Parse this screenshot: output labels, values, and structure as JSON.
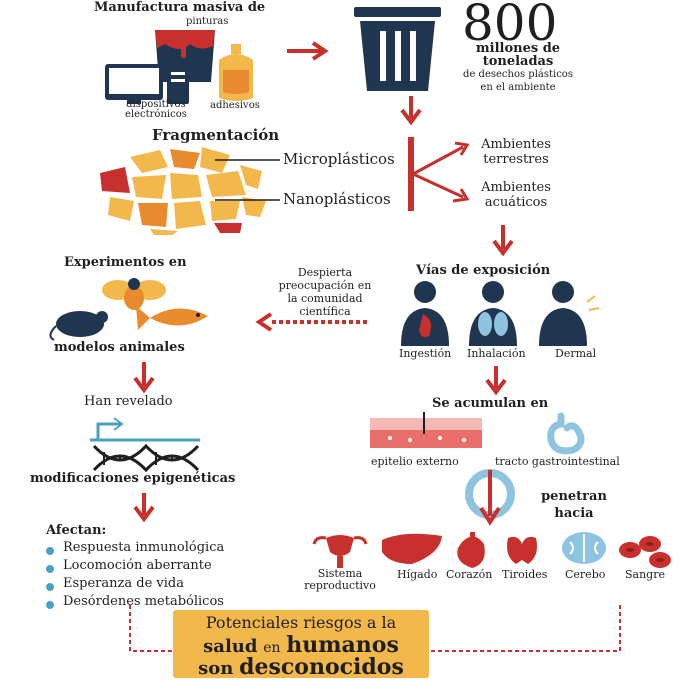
{
  "manufacturing": {
    "title": "Manufactura masiva de",
    "paints": "pinturas",
    "devices_line1": "dispositivos",
    "devices_line2": "electrónicos",
    "adhesives": "adhesivos"
  },
  "waste": {
    "number": "800",
    "line1": "millones de",
    "line2": "toneladas",
    "line3": "de desechos plásticos",
    "line4": "en el ambiente"
  },
  "fragmentation": {
    "title": "Fragmentación",
    "micro": "Microplásticos",
    "nano": "Nanoplásticos",
    "terrestrial_line1": "Ambientes",
    "terrestrial_line2": "terrestres",
    "aquatic_line1": "Ambientes",
    "aquatic_line2": "acuáticos"
  },
  "experiments": {
    "title": "Experimentos en",
    "subtitle": "modelos animales",
    "concern_line1": "Despierta",
    "concern_line2": "preocupación en",
    "concern_line3": "la comunidad",
    "concern_line4": "científica"
  },
  "exposure": {
    "title": "Vías de exposición",
    "ingestion": "Ingestión",
    "inhalation": "Inhalación",
    "dermal": "Dermal"
  },
  "revealed": {
    "title": "Han revelado",
    "epigenetic": "modificaciones epigenéticas"
  },
  "accumulate": {
    "title": "Se acumulan en",
    "epithelium": "epitelio externo",
    "gi_tract": "tracto gastrointestinal",
    "penetrate_line1": "penetran",
    "penetrate_line2": "hacia"
  },
  "affect": {
    "title": "Afectan:",
    "items": [
      "Respuesta inmunológica",
      "Locomoción aberrante",
      "Esperanza de vida",
      "Desórdenes metabólicos"
    ]
  },
  "organs": {
    "repro_line1": "Sistema",
    "repro_line2": "reproductivo",
    "liver": "Hígado",
    "heart": "Corazón",
    "thyroid": "Tiroides",
    "brain": "Cerebo",
    "blood": "Sangre"
  },
  "conclusion": {
    "line1": "Potenciales riesgos a la",
    "word_salud": "salud",
    "word_en": "en",
    "word_humanos": "humanos",
    "word_son": "son",
    "word_desconocidos": "desconocidos"
  },
  "colors": {
    "red": "#c8302e",
    "navy": "#1f3550",
    "yellow": "#f2b84b",
    "blue": "#4a9fc4",
    "dark": "#1f1f1f"
  }
}
